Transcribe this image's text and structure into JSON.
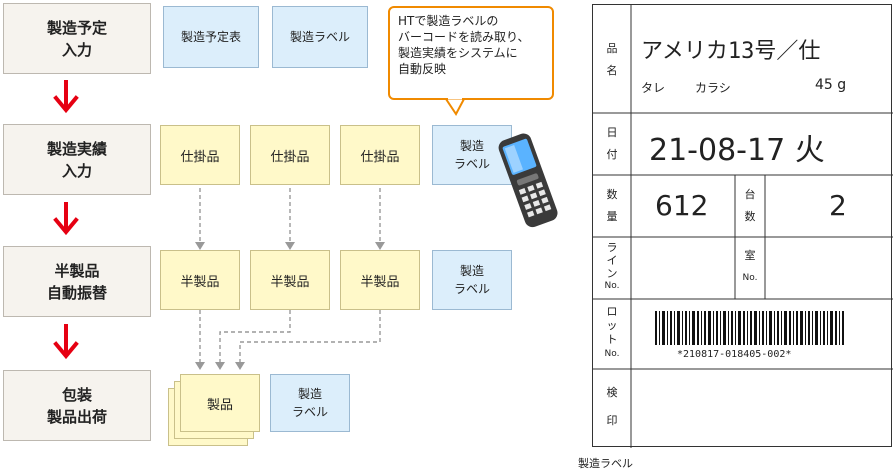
{
  "steps": [
    {
      "label": "製造予定\n入力"
    },
    {
      "label": "製造実績\n入力"
    },
    {
      "label": "半製品\n自動振替"
    },
    {
      "label": "包装\n製品出荷"
    }
  ],
  "row1": {
    "doc1": "製造予定表",
    "doc2": "製造ラベル"
  },
  "callout": "HTで製造ラベルの\nバーコードを読み取り、\n製造実績をシステムに\n自動反映",
  "row2": {
    "wip": [
      "仕掛品",
      "仕掛品",
      "仕掛品"
    ],
    "doc": "製造\nラベル"
  },
  "row3": {
    "semi": [
      "半製品",
      "半製品",
      "半製品"
    ],
    "doc": "製造\nラベル"
  },
  "row4": {
    "product": "製品",
    "doc": "製造\nラベル"
  },
  "label": {
    "row_product": {
      "k1": "品",
      "k2": "名",
      "name": "アメリカ13号／仕",
      "sub1": "タレ",
      "sub2": "カラシ",
      "weight": "45 g"
    },
    "row_date": {
      "k1": "日",
      "k2": "付",
      "value": "21-08-17 火"
    },
    "row_qty": {
      "k1": "数",
      "k2": "量",
      "value": "612",
      "u1": "台",
      "u2": "数",
      "count": "2"
    },
    "row_line": {
      "k1": "ラ",
      "k2": "イ",
      "k3": "ン",
      "k4": "No.",
      "room1": "室",
      "room2": "No."
    },
    "row_lot": {
      "k1": "ロ",
      "k2": "ッ",
      "k3": "ト",
      "k4": "No.",
      "barcode": "*210817-018405-002*"
    },
    "row_check": {
      "k1": "検",
      "k2": "印"
    }
  },
  "caption": "製造ラベル",
  "colors": {
    "arrow": "#e60012",
    "callout_border": "#f08a00"
  }
}
